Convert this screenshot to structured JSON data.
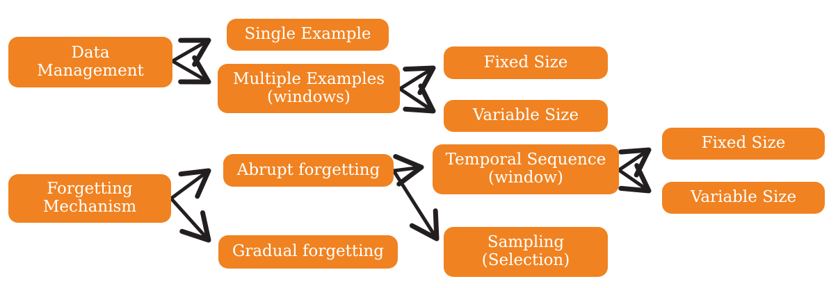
{
  "diagram": {
    "nodes": {
      "data_management": "Data\nManagement",
      "single_example": "Single Example",
      "multiple_examples": "Multiple Examples\n(windows)",
      "dm_fixed_size": "Fixed Size",
      "dm_variable_size": "Variable Size",
      "forgetting_mechanism": "Forgetting\nMechanism",
      "abrupt_forgetting": "Abrupt forgetting",
      "gradual_forgetting": "Gradual forgetting",
      "temporal_sequence": "Temporal Sequence\n(window)",
      "sampling": "Sampling\n(Selection)",
      "ts_fixed_size": "Fixed Size",
      "ts_variable_size": "Variable Size"
    },
    "colors": {
      "node_fill": "#f08221",
      "node_text": "#ffffff",
      "arrow": "#231f20"
    }
  }
}
